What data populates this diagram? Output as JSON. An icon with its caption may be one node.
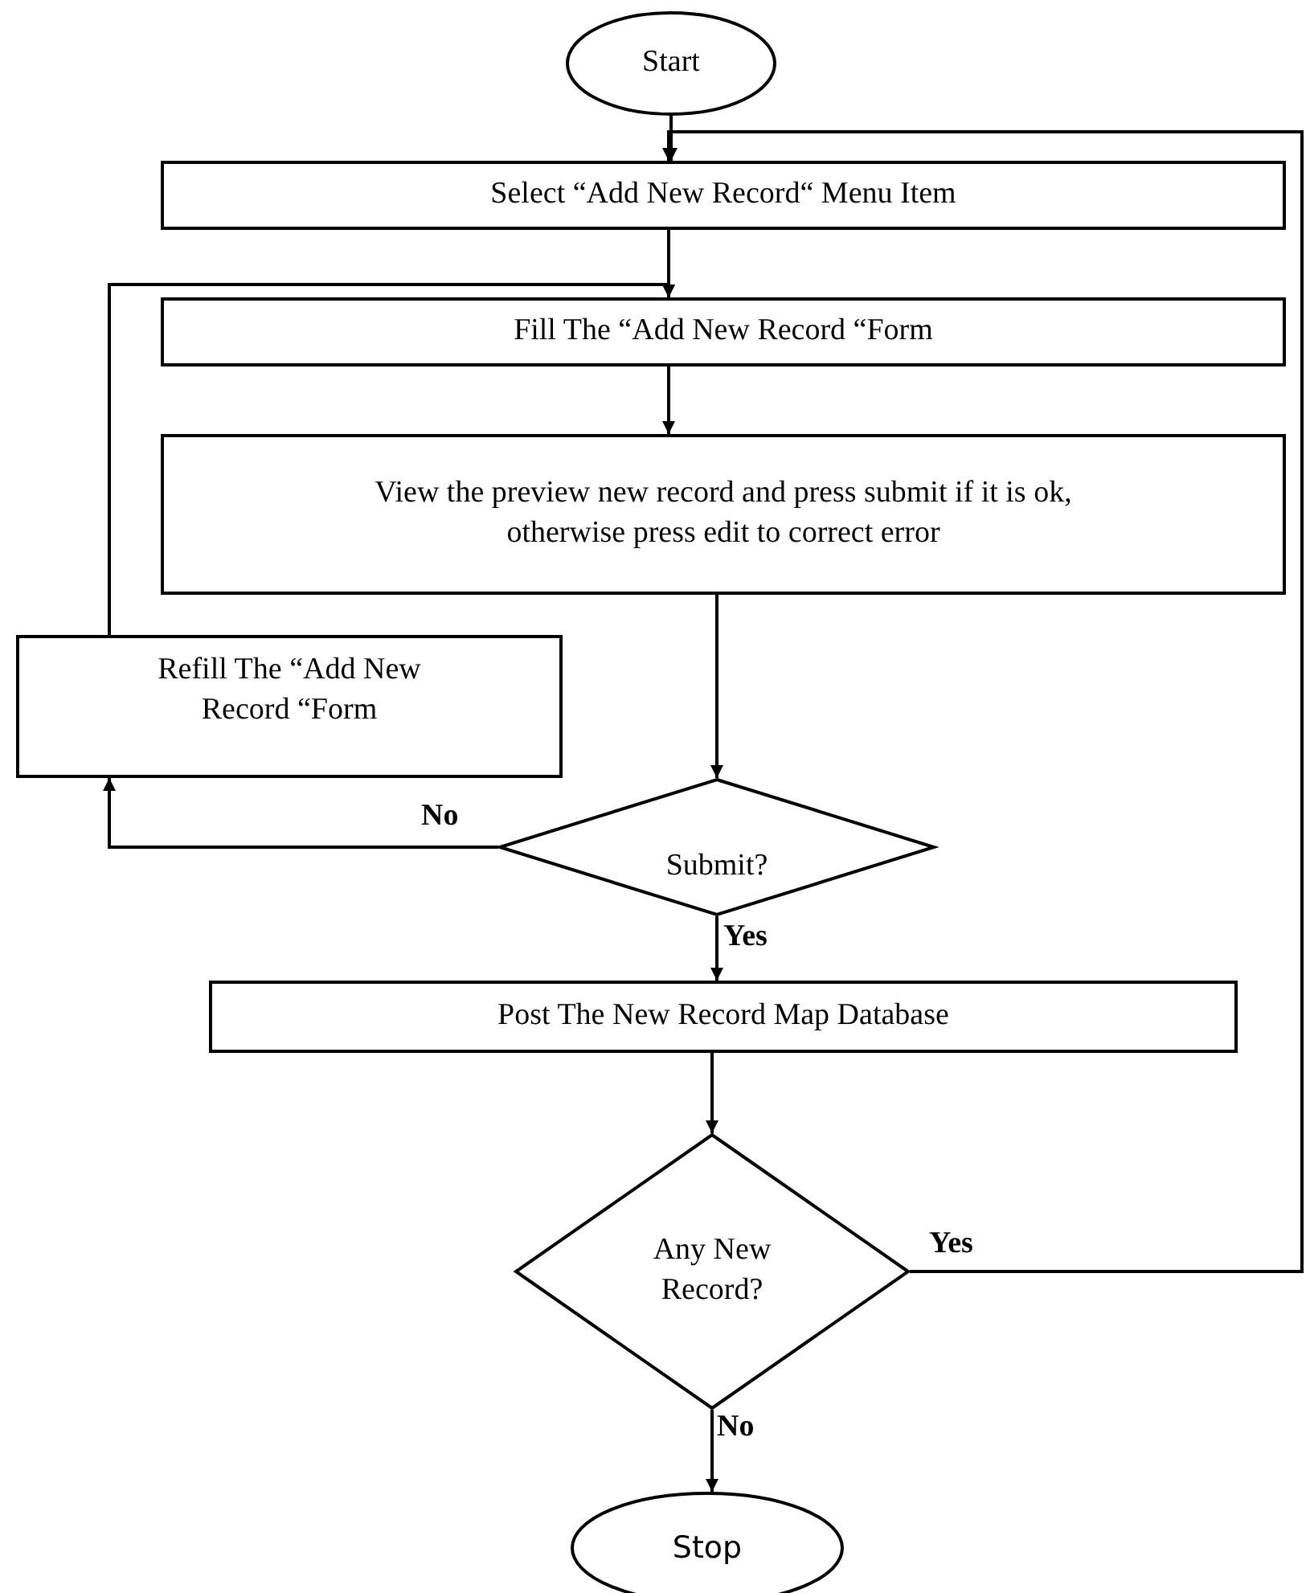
{
  "diagram": {
    "nodes": [
      {
        "text": [
          "Start"
        ]
      },
      {
        "text": [
          "Select “Add New Record“ Menu Item"
        ]
      },
      {
        "text": [
          "Fill The “Add New Record “Form"
        ]
      },
      {
        "text": [
          "View the preview new record and press submit if it is ok, otherwise press edit to correct error"
        ]
      },
      {
        "text": [
          "Refill The “Add New Record “Form"
        ]
      },
      {
        "text": [
          "Submit?"
        ]
      },
      {
        "text": [
          "Post The New Record Map Database"
        ]
      },
      {
        "text": [
          "Any New Record?"
        ]
      },
      {
        "text": [
          "Stop"
        ]
      }
    ],
    "edges": [
      {
        "from": 0,
        "to": 1,
        "arrow": "to"
      },
      {
        "from": 1,
        "to": 2,
        "arrow": "to"
      },
      {
        "from": 2,
        "to": 3,
        "arrow": "to"
      },
      {
        "from": 3,
        "to": 5,
        "arrow": "to"
      },
      {
        "from": 5,
        "to": 4,
        "arrow": "to",
        "label": "No"
      },
      {
        "from": 4,
        "to": 2,
        "arrow": "to"
      },
      {
        "from": 5,
        "to": 6,
        "arrow": "to",
        "label": "Yes"
      },
      {
        "from": 6,
        "to": 7,
        "arrow": "to"
      },
      {
        "from": 7,
        "to": 1,
        "arrow": "to",
        "label": "Yes"
      },
      {
        "from": 7,
        "to": 8,
        "arrow": "to",
        "label": "No"
      }
    ]
  }
}
